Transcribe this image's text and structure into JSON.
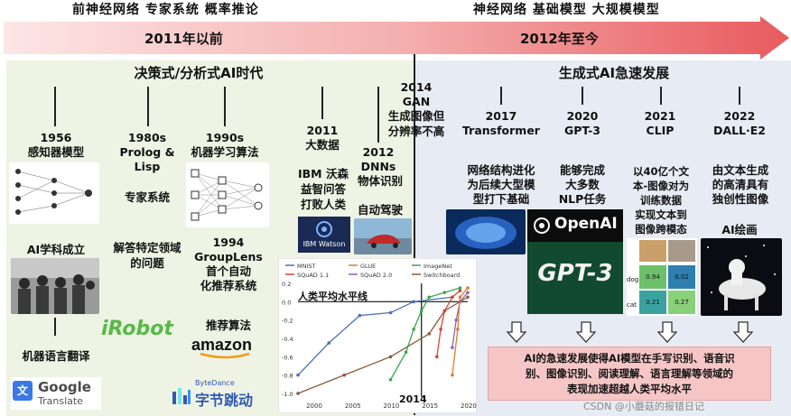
{
  "header": {
    "left_eras": "前神经网络   专家系统   概率推论",
    "right_eras": "神经网络   基础模型   大规模模型",
    "arrow_left": "2011年以前",
    "arrow_right": "2012年至今"
  },
  "left_panel": {
    "title": "决策式/分析式AI时代",
    "m1956": {
      "year": "1956",
      "desc": "感知器模型",
      "below": "AI学科成立",
      "bottom": "机器语言翻译"
    },
    "m1980": {
      "year": "1980s",
      "tech1": "Prolog &",
      "tech2": "Lisp",
      "desc": "专家系统",
      "below1": "解答特定领域",
      "below2": "的问题"
    },
    "m1990": {
      "year": "1990s",
      "desc": "机器学习算法"
    },
    "m1994": {
      "year": "1994",
      "line1": "GroupLens",
      "line2": "首个自动",
      "line3": "化推荐系统",
      "below": "推荐算法"
    },
    "m2011": {
      "year": "2011",
      "desc": "大数据",
      "l1": "IBM 沃森",
      "l2": "益智问答",
      "l3": "打败人类"
    },
    "m2012": {
      "year": "2012",
      "tech": "DNNs",
      "desc": "物体识别",
      "below": "自动驾驶"
    },
    "m2014": {
      "year": "2014",
      "tech": "GAN",
      "d1": "生成图像但",
      "d2": "分辨率不高"
    }
  },
  "right_panel": {
    "title": "生成式AI急速发展",
    "m2017": {
      "year": "2017",
      "tech": "Transformer",
      "d1": "网络结构进化",
      "d2": "为后续大型模",
      "d3": "型打下基础"
    },
    "m2020": {
      "year": "2020",
      "tech": "GPT-3",
      "d1": "能够完成",
      "d2": "大多数",
      "d3": "NLP任务"
    },
    "m2021": {
      "year": "2021",
      "tech": "CLIP",
      "d1": "以40亿个文",
      "d2": "本-图像对为",
      "d3": "训练数据",
      "d4": "实现文本到",
      "d5": "图像跨模态"
    },
    "m2022": {
      "year": "2022",
      "tech": "DALL·E2",
      "d1": "由文本生成",
      "d2": "的高清具有",
      "d3": "独创性图像",
      "below": "AI绘画"
    },
    "summary1": "AI的急速发展使得AI模型在手写识别、语音识",
    "summary2": "别、图像识别、阅读理解、语言理解等领域的",
    "summary3": "表现加速超越人类平均水平"
  },
  "logos": {
    "irobot": "iRobot",
    "amazon": "amazon",
    "google": "Google",
    "translate": "Translate",
    "bytedance_small": "ByteDance",
    "bytedance": "字节跳动",
    "ibm_watson": "IBM Watson",
    "openai": "OpenAI",
    "gpt3": "GPT-3",
    "clip_dog": "dog",
    "clip_cat": "cat",
    "clip_vals": [
      "0.94",
      "0.02",
      "0.21",
      "0.27"
    ]
  },
  "chart_data": {
    "type": "line",
    "legend": [
      "MNIST",
      "GLUE",
      "ImageNet",
      "SQuAD 1.1",
      "SQuAD 2.0",
      "Switchboard"
    ],
    "legend_placement": "top",
    "annotation": "人类平均水平线",
    "marker_label": "2014",
    "xlim": [
      1998,
      2020
    ],
    "ylim": [
      -1.0,
      0.2
    ],
    "xticks": [
      "2000",
      "2005",
      "2010",
      "2015",
      "2020"
    ],
    "yticks": [
      "0.2",
      "0.0",
      "-0.2",
      "-0.4",
      "-0.6",
      "-0.8",
      "-1.0"
    ],
    "colors": {
      "MNIST": "#4a6fb3",
      "GLUE": "#e07b2a",
      "ImageNet": "#3aa64a",
      "SQuAD 1.1": "#d9443a",
      "SQuAD 2.0": "#8b63b5",
      "Switchboard": "#8c5a3c"
    },
    "series": [
      {
        "name": "MNIST",
        "x": [
          1998,
          2002,
          2006,
          2010,
          2013,
          2018
        ],
        "y": [
          -0.8,
          -0.45,
          -0.15,
          -0.12,
          0.0,
          0.05
        ]
      },
      {
        "name": "Switchboard",
        "x": [
          1998,
          2004,
          2010,
          2015,
          2017,
          2020
        ],
        "y": [
          -1.0,
          -0.8,
          -0.6,
          -0.35,
          -0.1,
          0.05
        ]
      },
      {
        "name": "ImageNet",
        "x": [
          2010,
          2012,
          2013,
          2014,
          2015,
          2017,
          2019
        ],
        "y": [
          -0.85,
          -0.55,
          -0.3,
          -0.1,
          0.05,
          0.1,
          0.15
        ]
      },
      {
        "name": "SQuAD 1.1",
        "x": [
          2016,
          2016.5,
          2017,
          2018,
          2019
        ],
        "y": [
          -0.6,
          -0.3,
          -0.1,
          0.05,
          0.12
        ]
      },
      {
        "name": "SQuAD 2.0",
        "x": [
          2018,
          2018.5,
          2019,
          2020
        ],
        "y": [
          -0.5,
          -0.2,
          0.0,
          0.1
        ]
      },
      {
        "name": "GLUE",
        "x": [
          2018,
          2018.7,
          2019,
          2020
        ],
        "y": [
          -0.8,
          -0.3,
          0.05,
          0.15
        ]
      }
    ]
  },
  "watermark": "CSDN @小蘑菇的报错日记"
}
